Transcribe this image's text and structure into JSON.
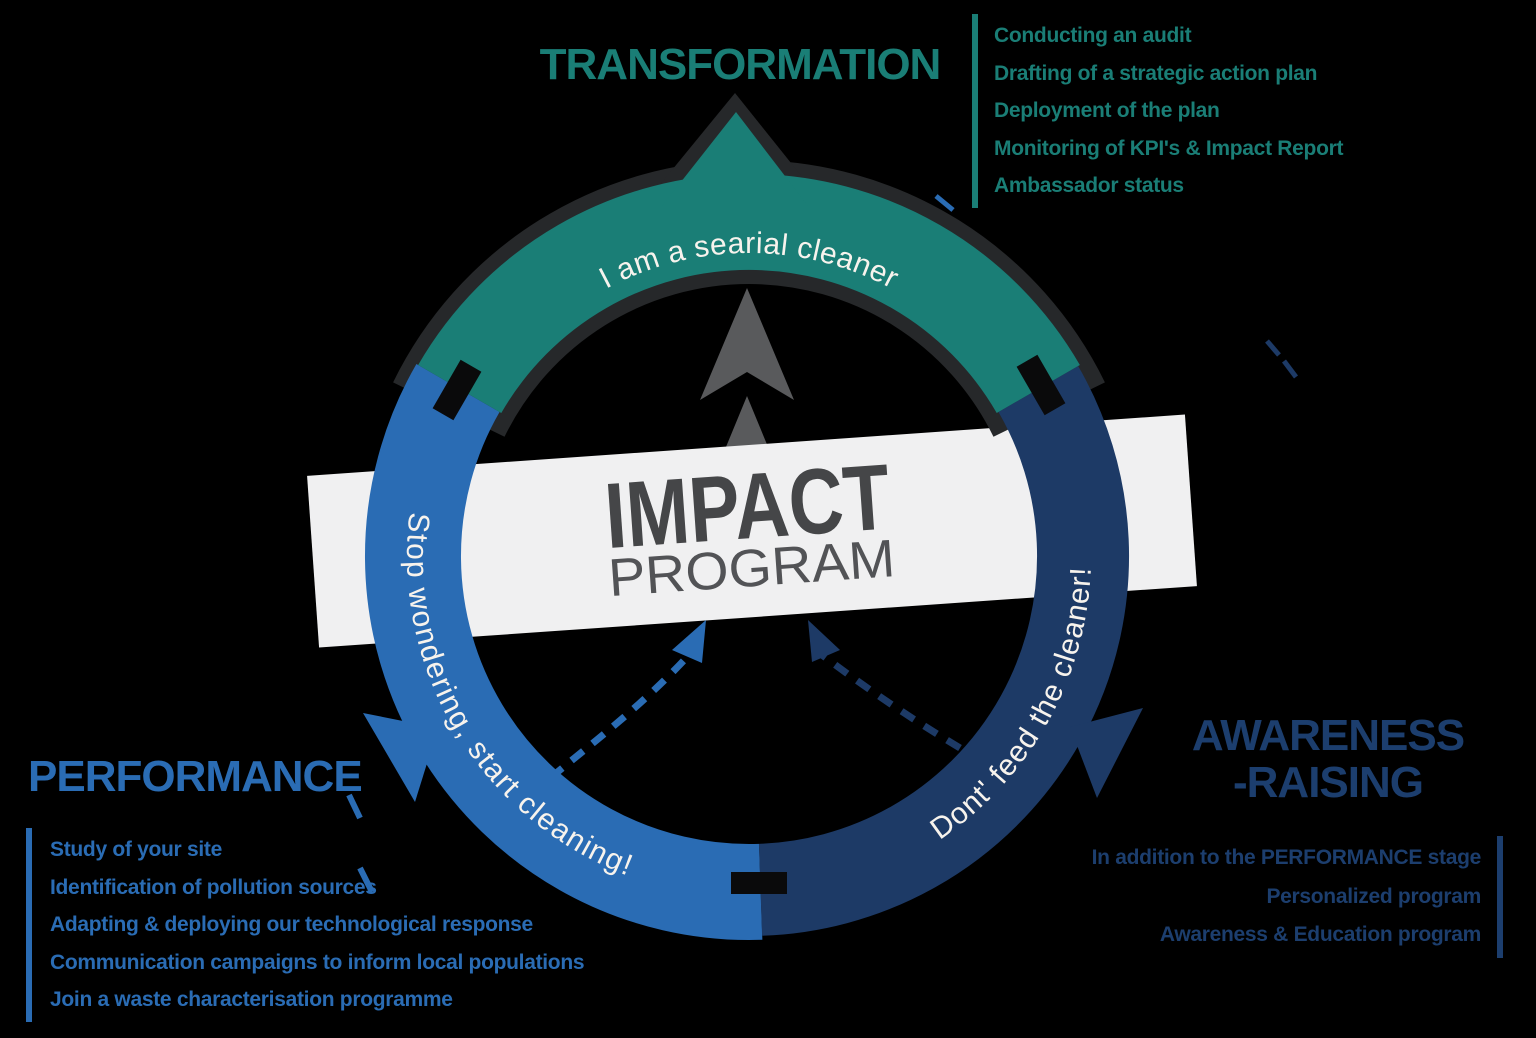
{
  "background": "#000000",
  "colors": {
    "teal": "#1a7e76",
    "blue": "#2a6cb4",
    "navy_text": "#1c3e6e",
    "navy_fill": "#1d3a66",
    "banner_gray": "#f0f0f1",
    "banner_title_dark": "#454648",
    "banner_subtitle_gray": "#525356",
    "arrow_gray": "#595a5c",
    "arc_outline_dark": "#26282a",
    "pin_black": "#0a0a0b",
    "arc_label_white": "#f7f3ed"
  },
  "center": {
    "title": "IMPACT",
    "subtitle": "PROGRAM"
  },
  "sections": {
    "transformation": {
      "title": "TRANSFORMATION",
      "arc_label": "I am a searial cleaner",
      "items": [
        "Conducting an audit",
        "Drafting of a strategic action plan",
        "Deployment of the plan",
        "Monitoring of KPI's & Impact Report",
        "Ambassador status"
      ]
    },
    "performance": {
      "title": "PERFORMANCE",
      "arc_label": "Stop wondering, start cleaning!",
      "items": [
        "Study of your site",
        "Identification of pollution sources",
        "Adapting & deploying our technological response",
        "Communication campaigns to inform local populations",
        "Join a waste characterisation programme"
      ]
    },
    "awareness": {
      "title_line1": "AWARENESS",
      "title_line2": "-RAISING",
      "arc_label": "Dont' feed the cleaner!",
      "items": [
        "In addition to the PERFORMANCE stage",
        "Personalized program",
        "Awareness & Education program"
      ]
    }
  }
}
